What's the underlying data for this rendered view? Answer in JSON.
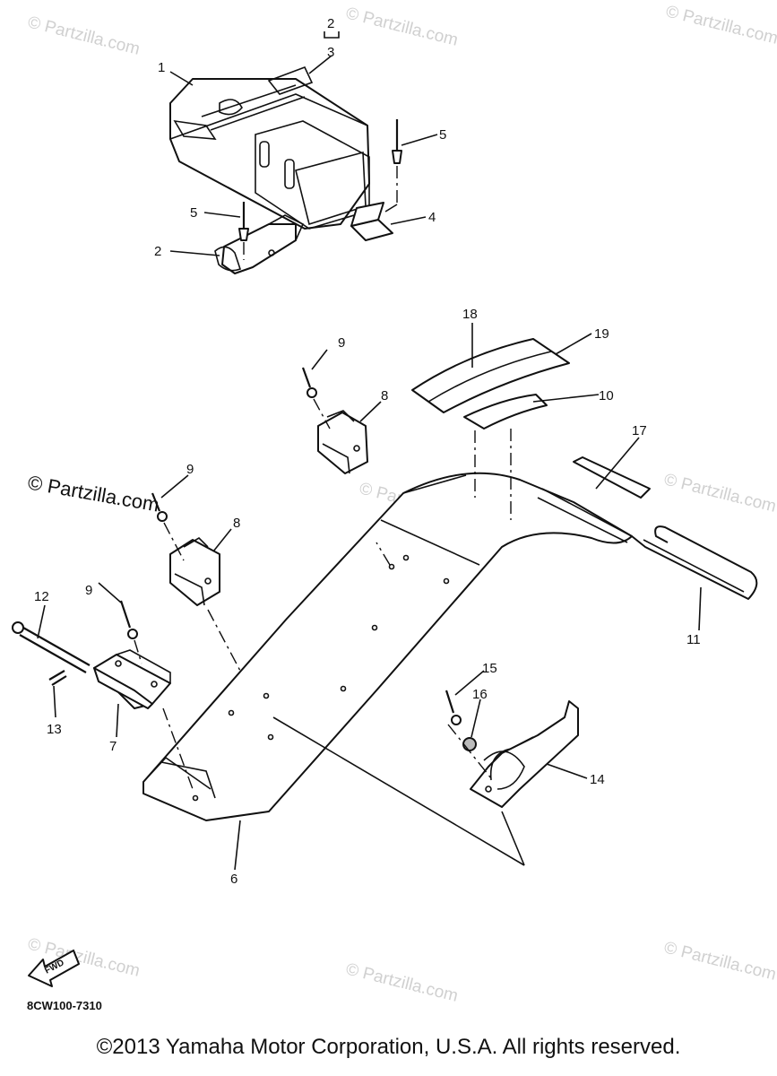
{
  "callouts": [
    {
      "id": "c1",
      "text": "1"
    },
    {
      "id": "c2a",
      "text": "2"
    },
    {
      "id": "c3",
      "text": "3"
    },
    {
      "id": "c2b",
      "text": "2"
    },
    {
      "id": "c4",
      "text": "4"
    },
    {
      "id": "c5a",
      "text": "5"
    },
    {
      "id": "c5b",
      "text": "5"
    },
    {
      "id": "c6",
      "text": "6"
    },
    {
      "id": "c7",
      "text": "7"
    },
    {
      "id": "c8a",
      "text": "8"
    },
    {
      "id": "c8b",
      "text": "8"
    },
    {
      "id": "c9a",
      "text": "9"
    },
    {
      "id": "c9b",
      "text": "9"
    },
    {
      "id": "c9c",
      "text": "9"
    },
    {
      "id": "c10",
      "text": "10"
    },
    {
      "id": "c11",
      "text": "11"
    },
    {
      "id": "c12",
      "text": "12"
    },
    {
      "id": "c13",
      "text": "13"
    },
    {
      "id": "c14",
      "text": "14"
    },
    {
      "id": "c15",
      "text": "15"
    },
    {
      "id": "c16",
      "text": "16"
    },
    {
      "id": "c17",
      "text": "17"
    },
    {
      "id": "c18",
      "text": "18"
    },
    {
      "id": "c19",
      "text": "19"
    }
  ],
  "watermark": "© Partzilla.com",
  "fwd_label": "FWD",
  "diagram_code": "8CW100-7310",
  "copyright": "©2013 Yamaha Motor Corporation, U.S.A. All rights reserved.",
  "colors": {
    "line": "#111111",
    "watermark": "#d0d0d0",
    "background": "#ffffff"
  }
}
